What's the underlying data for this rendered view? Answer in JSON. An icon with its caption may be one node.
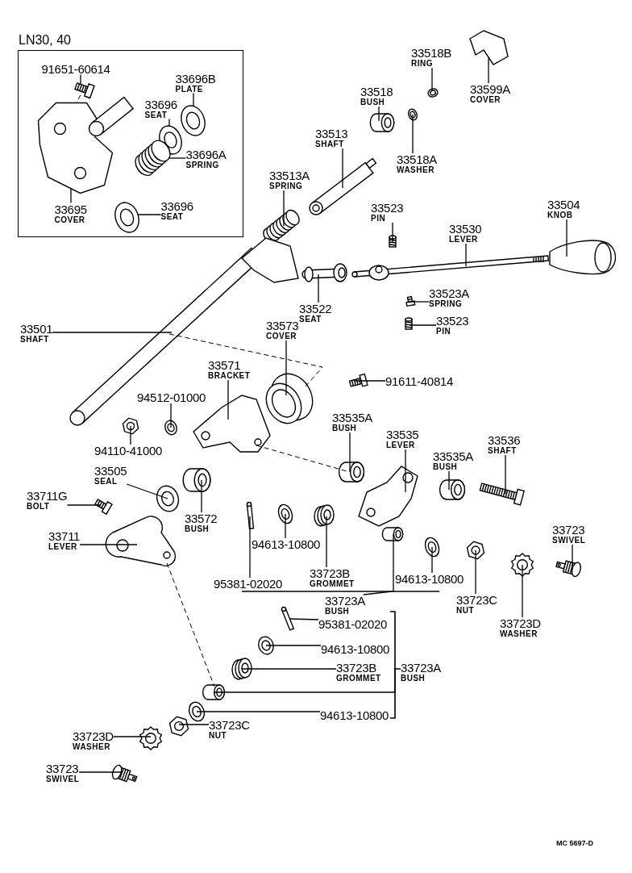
{
  "diagram": {
    "nodes": [
      {
        "text": [
          "LN30, 40"
        ]
      },
      {
        "text": [
          "91651-60614"
        ],
        "in": 0
      },
      {
        "text": [
          "33696B",
          "PLATE"
        ],
        "in": 0
      },
      {
        "text": [
          "33696",
          "SEAT"
        ],
        "in": 0
      },
      {
        "text": [
          "33696A",
          "SPRING"
        ],
        "in": 0
      },
      {
        "text": [
          "33695",
          "COVER"
        ],
        "in": 0
      },
      {
        "text": [
          "33696",
          "SEAT"
        ],
        "in": 0
      },
      {
        "text": [
          "33518B",
          "RING"
        ]
      },
      {
        "text": [
          "33599A",
          "COVER"
        ]
      },
      {
        "text": [
          "33518",
          "BUSH"
        ]
      },
      {
        "text": [
          "33513",
          "SHAFT"
        ]
      },
      {
        "text": [
          "33518A",
          "WASHER"
        ]
      },
      {
        "text": [
          "33513A",
          "SPRING"
        ]
      },
      {
        "text": [
          "33523",
          "PIN"
        ]
      },
      {
        "text": [
          "33504",
          "KNOB"
        ]
      },
      {
        "text": [
          "33530",
          "LEVER"
        ]
      },
      {
        "text": [
          "33501",
          "SHAFT"
        ]
      },
      {
        "text": [
          "33522",
          "SEAT"
        ]
      },
      {
        "text": [
          "33523A",
          "SPRING"
        ]
      },
      {
        "text": [
          "33523",
          "PIN"
        ]
      },
      {
        "text": [
          "33573",
          "COVER"
        ]
      },
      {
        "text": [
          "33571",
          "BRACKET"
        ]
      },
      {
        "text": [
          "91611-40814"
        ]
      },
      {
        "text": [
          "94512-01000"
        ]
      },
      {
        "text": [
          "94110-41000"
        ]
      },
      {
        "text": [
          "33535A",
          "BUSH"
        ]
      },
      {
        "text": [
          "33535",
          "LEVER"
        ]
      },
      {
        "text": [
          "33536",
          "SHAFT"
        ]
      },
      {
        "text": [
          "33535A",
          "BUSH"
        ]
      },
      {
        "text": [
          "33505",
          "SEAL"
        ]
      },
      {
        "text": [
          "33711G",
          "BOLT"
        ]
      },
      {
        "text": [
          "33572",
          "BUSH"
        ]
      },
      {
        "text": [
          "33711",
          "LEVER"
        ]
      },
      {
        "text": [
          "33723",
          "SWIVEL"
        ]
      },
      {
        "text": [
          "94613-10800"
        ]
      },
      {
        "text": [
          "33723B",
          "GROMMET"
        ]
      },
      {
        "text": [
          "94613-10800"
        ]
      },
      {
        "text": [
          "95381-02020"
        ]
      },
      {
        "text": [
          "33723A",
          "BUSH"
        ]
      },
      {
        "text": [
          "33723C",
          "NUT"
        ]
      },
      {
        "text": [
          "33723D",
          "WASHER"
        ]
      },
      {
        "text": [
          "95381-02020"
        ]
      },
      {
        "text": [
          "94613-10800"
        ]
      },
      {
        "text": [
          "33723B",
          "GROMMET"
        ]
      },
      {
        "text": [
          "33723A",
          "BUSH"
        ]
      },
      {
        "text": [
          "94613-10800"
        ]
      },
      {
        "text": [
          "33723C",
          "NUT"
        ]
      },
      {
        "text": [
          "33723D",
          "WASHER"
        ]
      },
      {
        "text": [
          "33723",
          "SWIVEL"
        ]
      },
      {
        "text": [],
        "shape": "picture",
        "in": 0
      },
      {
        "text": [],
        "shape": "picture",
        "in": 0
      },
      {
        "text": [],
        "shape": "picture",
        "in": 0
      },
      {
        "text": [],
        "shape": "picture",
        "in": 0
      },
      {
        "text": [],
        "shape": "picture",
        "in": 0
      },
      {
        "text": [],
        "shape": "picture",
        "in": 0
      },
      {
        "text": [],
        "shape": "picture"
      },
      {
        "text": [],
        "shape": "picture"
      },
      {
        "text": [],
        "shape": "picture"
      },
      {
        "text": [],
        "shape": "picture"
      },
      {
        "text": [],
        "shape": "picture"
      },
      {
        "text": [],
        "shape": "picture"
      },
      {
        "text": [],
        "shape": "picture"
      },
      {
        "text": [],
        "shape": "picture"
      },
      {
        "text": [],
        "shape": "picture"
      },
      {
        "text": [],
        "shape": "picture"
      },
      {
        "text": [],
        "shape": "picture"
      },
      {
        "text": [],
        "shape": "picture"
      },
      {
        "text": [],
        "shape": "picture"
      },
      {
        "text": [],
        "shape": "picture"
      },
      {
        "text": [],
        "shape": "picture"
      },
      {
        "text": [],
        "shape": "picture"
      },
      {
        "text": [],
        "shape": "picture"
      },
      {
        "text": [],
        "shape": "picture"
      },
      {
        "text": [],
        "shape": "picture"
      },
      {
        "text": [],
        "shape": "picture"
      },
      {
        "text": [],
        "shape": "picture"
      },
      {
        "text": [],
        "shape": "picture"
      },
      {
        "text": [],
        "shape": "picture"
      },
      {
        "text": [],
        "shape": "picture"
      },
      {
        "text": [],
        "shape": "picture"
      },
      {
        "text": [],
        "shape": "picture"
      },
      {
        "text": [],
        "shape": "picture"
      },
      {
        "text": [],
        "shape": "picture"
      },
      {
        "text": [],
        "shape": "picture"
      },
      {
        "text": [],
        "shape": "picture"
      },
      {
        "text": [],
        "shape": "picture"
      },
      {
        "text": [],
        "shape": "picture"
      },
      {
        "text": [],
        "shape": "picture"
      },
      {
        "text": [],
        "shape": "picture"
      },
      {
        "text": [],
        "shape": "picture"
      },
      {
        "text": [],
        "shape": "picture"
      },
      {
        "text": [],
        "shape": "picture"
      },
      {
        "text": [],
        "shape": "picture"
      },
      {
        "text": [],
        "shape": "picture"
      },
      {
        "text": [],
        "shape": "picture"
      },
      {
        "text": [],
        "shape": "picture"
      },
      {
        "text": [],
        "shape": "picture"
      }
    ],
    "edges": [
      {
        "from": 1,
        "to": 49,
        "arrow": "none"
      },
      {
        "from": 2,
        "to": 50,
        "arrow": "none"
      },
      {
        "from": 3,
        "to": 51,
        "arrow": "none"
      },
      {
        "from": 4,
        "to": 52,
        "arrow": "none"
      },
      {
        "from": 5,
        "to": 53,
        "arrow": "none"
      },
      {
        "from": 6,
        "to": 54,
        "arrow": "none"
      },
      {
        "from": 7,
        "to": 55,
        "arrow": "none"
      },
      {
        "from": 8,
        "to": 56,
        "arrow": "none"
      },
      {
        "from": 9,
        "to": 57,
        "arrow": "none"
      },
      {
        "from": 10,
        "to": 58,
        "arrow": "none"
      },
      {
        "from": 11,
        "to": 59,
        "arrow": "none"
      },
      {
        "from": 12,
        "to": 60,
        "arrow": "none"
      },
      {
        "from": 13,
        "to": 61,
        "arrow": "none"
      },
      {
        "from": 14,
        "to": 62,
        "arrow": "none"
      },
      {
        "from": 15,
        "to": 63,
        "arrow": "none"
      },
      {
        "from": 16,
        "to": 64,
        "arrow": "none"
      },
      {
        "from": 17,
        "to": 65,
        "arrow": "none"
      },
      {
        "from": 18,
        "to": 66,
        "arrow": "none"
      },
      {
        "from": 19,
        "to": 67,
        "arrow": "none"
      },
      {
        "from": 20,
        "to": 68,
        "arrow": "none"
      },
      {
        "from": 21,
        "to": 69,
        "arrow": "none"
      },
      {
        "from": 22,
        "to": 70,
        "arrow": "none"
      },
      {
        "from": 23,
        "to": 71,
        "arrow": "none"
      },
      {
        "from": 24,
        "to": 72,
        "arrow": "none"
      },
      {
        "from": 25,
        "to": 73,
        "arrow": "none"
      },
      {
        "from": 26,
        "to": 74,
        "arrow": "none"
      },
      {
        "from": 27,
        "to": 75,
        "arrow": "none"
      },
      {
        "from": 28,
        "to": 76,
        "arrow": "none"
      },
      {
        "from": 29,
        "to": 77,
        "arrow": "none"
      },
      {
        "from": 30,
        "to": 78,
        "arrow": "none"
      },
      {
        "from": 31,
        "to": 79,
        "arrow": "none"
      },
      {
        "from": 32,
        "to": 80,
        "arrow": "none"
      },
      {
        "from": 33,
        "to": 81,
        "arrow": "none"
      },
      {
        "from": 34,
        "to": 82,
        "arrow": "none"
      },
      {
        "from": 35,
        "to": 83,
        "arrow": "none"
      },
      {
        "from": 36,
        "to": 84,
        "arrow": "none"
      },
      {
        "from": 37,
        "to": 85,
        "arrow": "none"
      },
      {
        "from": 38,
        "to": 86,
        "arrow": "none"
      },
      {
        "from": 39,
        "to": 87,
        "arrow": "none"
      },
      {
        "from": 40,
        "to": 88,
        "arrow": "none"
      },
      {
        "from": 41,
        "to": 89,
        "arrow": "none"
      },
      {
        "from": 42,
        "to": 90,
        "arrow": "none"
      },
      {
        "from": 43,
        "to": 91,
        "arrow": "none"
      },
      {
        "from": 44,
        "to": 92,
        "arrow": "none"
      },
      {
        "from": 45,
        "to": 93,
        "arrow": "none"
      },
      {
        "from": 46,
        "to": 94,
        "arrow": "none"
      },
      {
        "from": 47,
        "to": 95,
        "arrow": "none"
      },
      {
        "from": 48,
        "to": 96,
        "arrow": "none"
      },
      {
        "from": 49,
        "to": 53,
        "arrow": "none",
        "style": "dashed"
      },
      {
        "from": 64,
        "to": 68,
        "arrow": "none",
        "style": "dashed"
      },
      {
        "from": 69,
        "to": 73,
        "arrow": "none",
        "style": "dashed"
      },
      {
        "from": 80,
        "to": 92,
        "arrow": "none",
        "style": "dashed"
      }
    ],
    "labels": [
      "MC 5697-D"
    ]
  }
}
